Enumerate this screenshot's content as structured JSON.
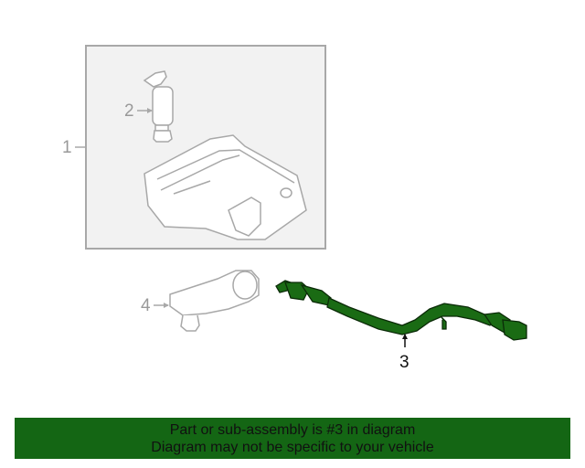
{
  "diagram": {
    "callouts": [
      {
        "id": "1",
        "label": "1"
      },
      {
        "id": "2",
        "label": "2"
      },
      {
        "id": "3",
        "label": "3",
        "highlighted": true
      },
      {
        "id": "4",
        "label": "4"
      }
    ],
    "highlight_color": "#1a6b14",
    "line_color": "#a8a8a8",
    "box_fill": "#f2f2f2"
  },
  "banner": {
    "line1": "Part or sub-assembly is #3 in diagram",
    "line2": "Diagram may not be specific to your vehicle",
    "background": "#146614"
  }
}
